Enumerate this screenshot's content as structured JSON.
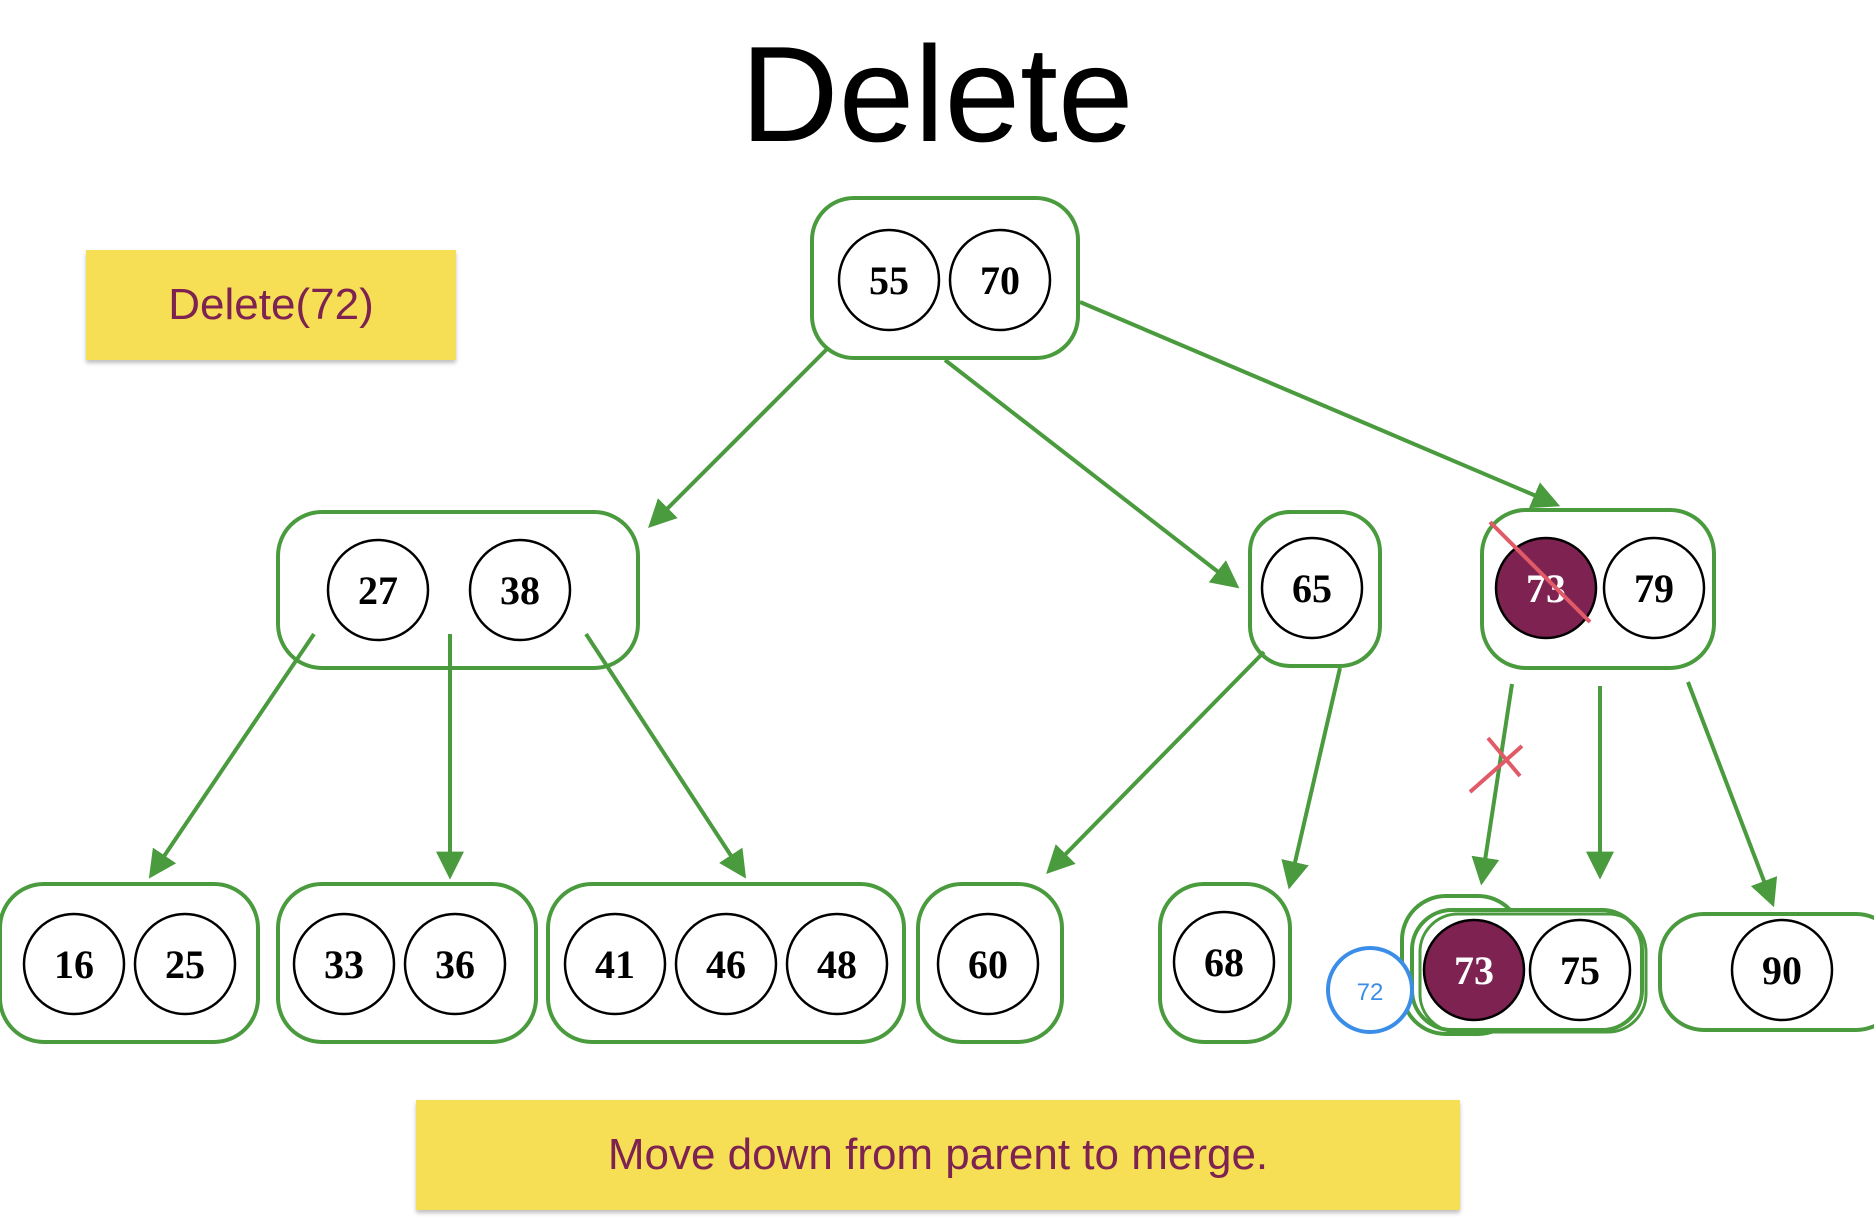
{
  "title": "Delete",
  "operation_label": "Delete(72)",
  "caption": "Move down from parent to merge.",
  "colors": {
    "edge": "#4a9a3e",
    "highlight": "#7d2251",
    "note_bg": "#f6df55",
    "note_text": "#7d2251",
    "strike": "#e05a68",
    "ghost_key": "#3b8ee8"
  },
  "tree": {
    "root": {
      "keys": [
        "55",
        "70"
      ]
    },
    "internal": [
      {
        "name": "node-27-38",
        "keys": [
          "27",
          "38"
        ]
      },
      {
        "name": "node-65",
        "keys": [
          "65"
        ]
      },
      {
        "name": "node-73-79",
        "keys": [
          "73",
          "79"
        ],
        "struck_key": "73"
      }
    ],
    "leaves": [
      {
        "name": "leaf-16-25",
        "keys": [
          "16",
          "25"
        ]
      },
      {
        "name": "leaf-33-36",
        "keys": [
          "33",
          "36"
        ]
      },
      {
        "name": "leaf-41-46-48",
        "keys": [
          "41",
          "46",
          "48"
        ]
      },
      {
        "name": "leaf-60",
        "keys": [
          "60"
        ]
      },
      {
        "name": "leaf-68",
        "keys": [
          "68"
        ]
      },
      {
        "name": "leaf-73-75",
        "keys": [
          "73",
          "75"
        ],
        "highlight_key": "73"
      },
      {
        "name": "leaf-90",
        "keys": [
          "90"
        ]
      }
    ],
    "ghost_key": "72"
  }
}
